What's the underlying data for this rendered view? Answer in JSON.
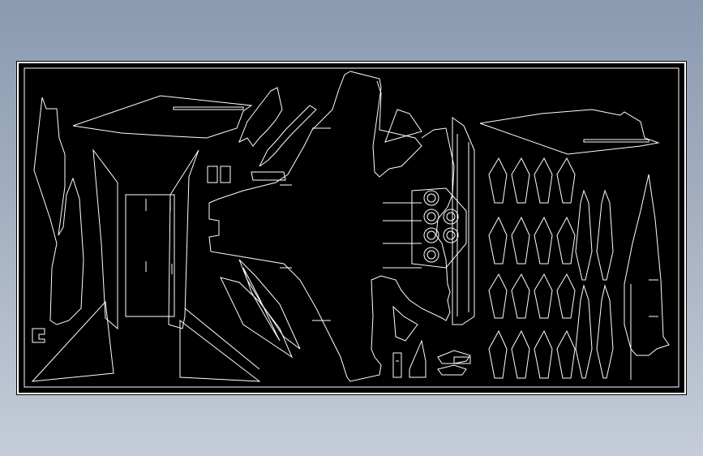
{
  "viewport": {
    "background_top": "#8a9ab0",
    "background_bottom": "#c4ccd8",
    "sheet_color": "#000000",
    "line_color": "#ffffff"
  },
  "drawing": {
    "parts": [
      "sheet-border",
      "sheet-inner-border",
      "wing-top-left",
      "rudder-left",
      "tailplane-left",
      "fuselage-center-left",
      "tailplane-right",
      "rib-strips",
      "fuselage-main",
      "canopy-part",
      "exhaust-rings",
      "wing-top-right",
      "missiles",
      "fin-right",
      "small-parts"
    ]
  }
}
